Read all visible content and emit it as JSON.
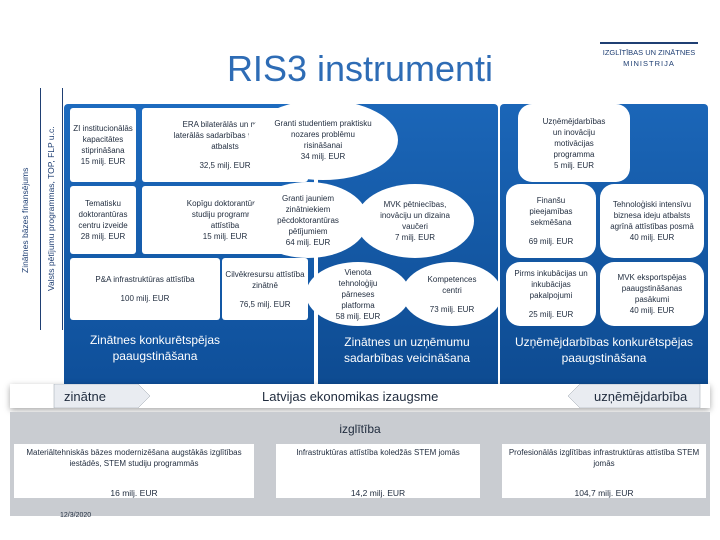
{
  "title": "RIS3 instrumenti",
  "logo": {
    "line1": "IZGLĪTĪBAS UN ZINĀTNES",
    "line2": "MINISTRIJA"
  },
  "sidebar": {
    "outer": "Zinātnes bāzes finansējums",
    "inner": "Valsts pētījumu programmas, TOP, FLP u.c."
  },
  "science": {
    "boxes": [
      {
        "text": "ZI institucionālās kapacitātes stiprināšana",
        "amount": "15 milj. EUR"
      },
      {
        "text": "ERA bilaterālās un multi laterālās sadarbības projektu atbalsts",
        "amount": "32,5 milj. EUR"
      },
      {
        "text": "Tematisku doktorantūras centru izveide",
        "amount": "28 milj. EUR"
      },
      {
        "text": "Kopīgu doktorantūras studiju programmu attīstība",
        "amount": "15 milj. EUR"
      },
      {
        "text": "P&A infrastruktūras attīstība",
        "amount": "100 milj. EUR"
      },
      {
        "text": "Cilvēkresursu attīstība zinātnē",
        "amount": "76,5 milj. EUR"
      }
    ],
    "heading": "Zinātnes konkurētspējas paaugstināšana"
  },
  "cooperation": {
    "boxes": [
      {
        "text": "Granti studentiem praktisku nozares problēmu risināšanai",
        "amount": "34 milj. EUR"
      },
      {
        "text": "Granti jauniem zinātniekiem pēcdoktorantūras pētījumiem",
        "amount": "64 milj. EUR"
      },
      {
        "text": "MVK pētniecības, inovāciju un dizaina vaučeri",
        "amount": "7 milj. EUR"
      },
      {
        "text": "Vienota tehnoloģiju pārneses platforma",
        "amount": "58 milj. EUR"
      },
      {
        "text": "Kompetences centri",
        "amount": "73 milj. EUR"
      }
    ],
    "heading": "Zinātnes un uzņēmumu sadarbības veicināšana"
  },
  "business": {
    "boxes": [
      {
        "text": "Uzņēmējdarbības un inovāciju motivācijas programma",
        "amount": "5 milj. EUR"
      },
      {
        "text": "Finanšu pieejamības sekmēšana",
        "amount": "69 milj. EUR"
      },
      {
        "text": "Tehnoloģiski intensīvu biznesa ideju atbalsts agrīnā attīstības posmā",
        "amount": "40 milj. EUR"
      },
      {
        "text": "Pirms inkubācijas un inkubācijas pakalpojumi",
        "amount": "25 milj. EUR"
      },
      {
        "text": "MVK eksportspējas paaugstināšanas pasākumi",
        "amount": "40 milj. EUR"
      }
    ],
    "heading": "Uzņēmējdarbības konkurētspējas paaugstināšana"
  },
  "band": {
    "left": "zinātne",
    "center": "Latvijas ekonomikas izaugsme",
    "right": "uzņēmējdarbība"
  },
  "education": {
    "heading": "izglītība",
    "boxes": [
      {
        "text": "Materiāltehniskās bāzes modernizēšana augstākās izglītības iestādēs, STEM studiju programmās",
        "amount": "16 milj. EUR"
      },
      {
        "text": "Infrastruktūras attīstība koledžās STEM jomās",
        "amount": "14,2 milj. EUR"
      },
      {
        "text": "Profesionālās izglītības infrastruktūras attīstība STEM jomās",
        "amount": "104,7 milj. EUR"
      }
    ]
  },
  "date": "12/3/2020",
  "colors": {
    "title": "#2e6cb5",
    "panel": "#1565b7",
    "navy": "#1f3f73",
    "education": "#c9ccd1"
  }
}
